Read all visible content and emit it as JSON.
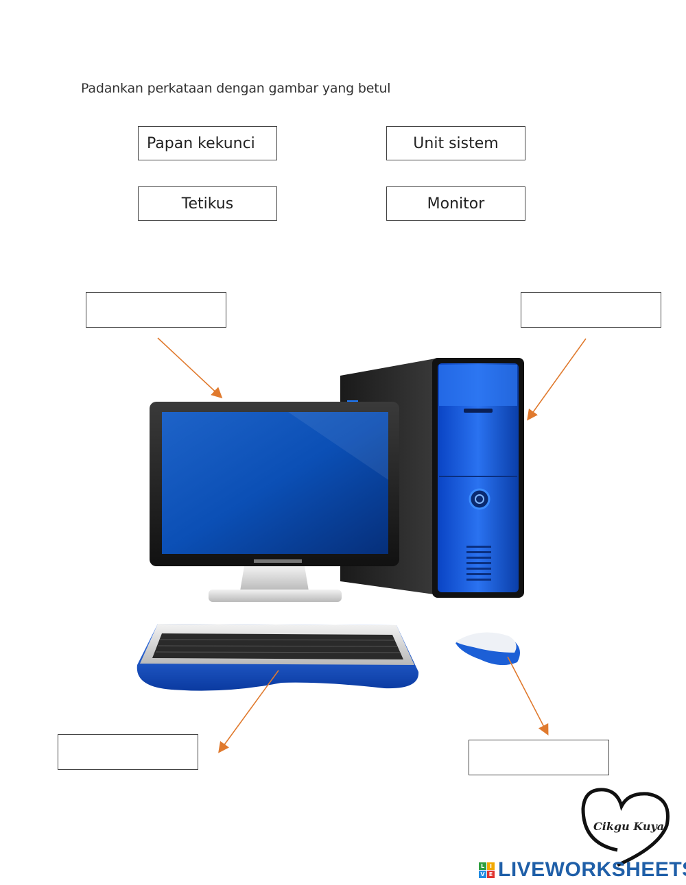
{
  "instruction": "Padankan perkataan dengan gambar yang betul",
  "word_bank": {
    "keyboard": "Papan kekunci",
    "system_unit": "Unit sistem",
    "mouse": "Tetikus",
    "monitor": "Monitor"
  },
  "answers": {
    "monitor": "",
    "system_unit": "",
    "keyboard": "",
    "mouse": ""
  },
  "colors": {
    "arrow": "#e07a2e",
    "accent_blue": "#1c5fd6",
    "logo_blue": "#1f5fa8"
  },
  "branding": {
    "signature": "Cikgu Kuya",
    "logo": "LIVEWORKSHEETS",
    "badge_letters": [
      "L",
      "I",
      "V",
      "E"
    ]
  }
}
